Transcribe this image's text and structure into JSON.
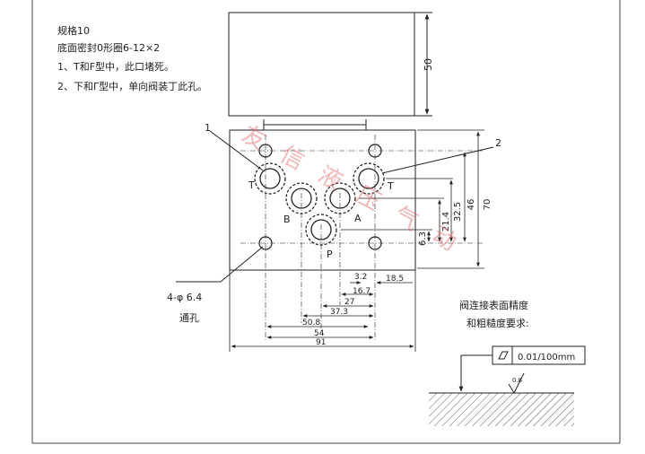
{
  "notes": {
    "title": "规格10",
    "line1": "底面密封0形圈6-12×2",
    "line2": "1、T和F型中，此口堵死。",
    "line3": "2、下和Γ型中，单向阀装丁此孔。"
  },
  "ports": {
    "t_left": "T",
    "t_right": "T",
    "b": "B",
    "a": "A",
    "p": "P"
  },
  "callouts": {
    "one": "1",
    "two": "2"
  },
  "holes": {
    "spec": "4-φ 6.4",
    "type": "通孔"
  },
  "dimensions": {
    "top_block_height": "50",
    "overall_height": "70",
    "h46": "46",
    "h32_5": "32.5",
    "h21_4": "21.4",
    "h6_3": "6.3",
    "d3_2": "3.2",
    "d18_5": "18.5",
    "d16_7": "16.7",
    "d27": "27",
    "d37_3": "37.3",
    "d50_8": "50.8",
    "d54": "54",
    "d91": "91"
  },
  "surface": {
    "title_line1": "阀连接表面精度",
    "title_line2": "和粗糙度要求:",
    "flatness_value": "0.01/100mm",
    "roughness": "0.8"
  },
  "watermark": "友信液压气动",
  "colors": {
    "line": "#222222",
    "watermark": "#e06060",
    "frame": "#444444"
  }
}
